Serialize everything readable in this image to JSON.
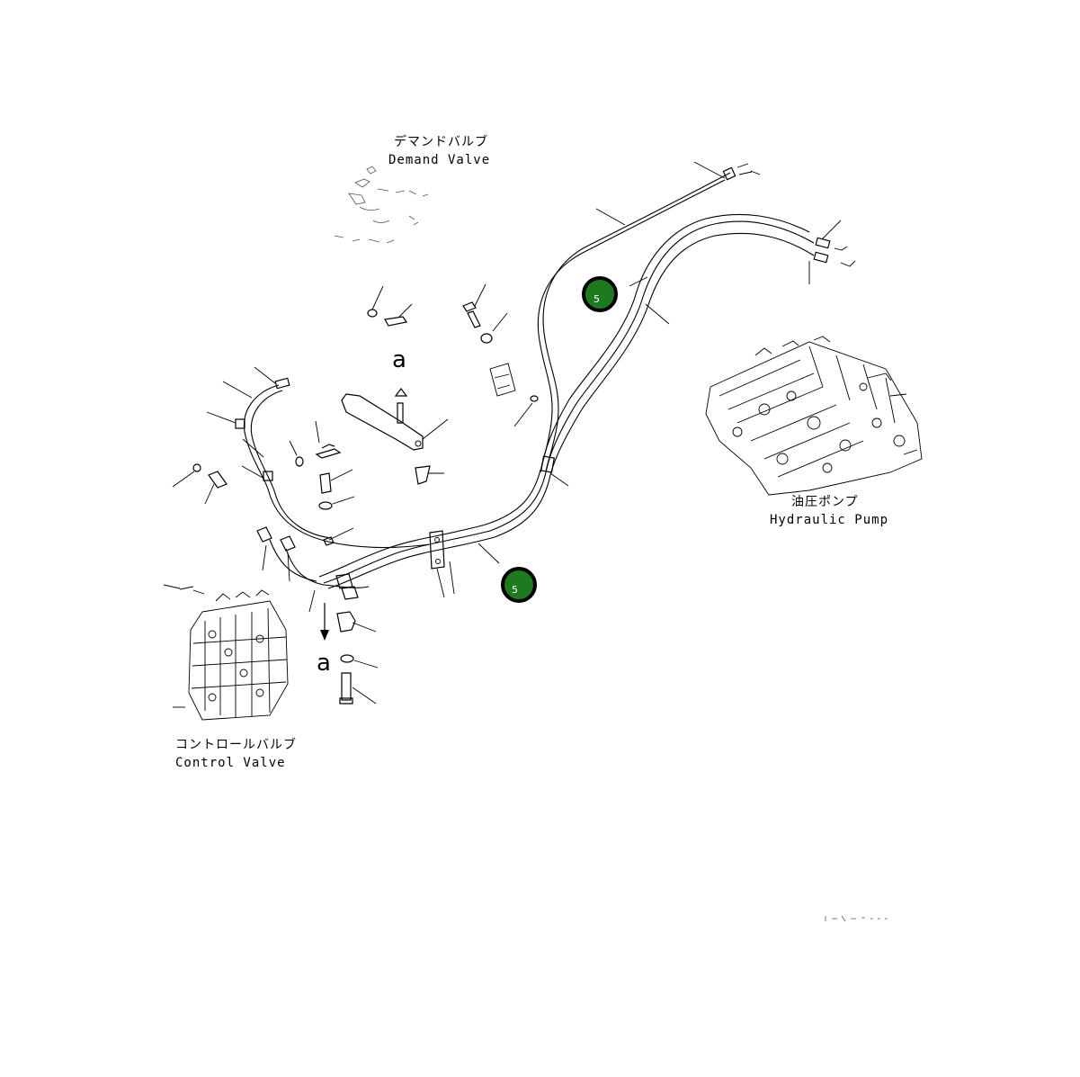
{
  "labels": {
    "demand_valve_jp": "デマンドバルブ",
    "demand_valve_en": "Demand Valve",
    "hydraulic_pump_jp": "油圧ポンプ",
    "hydraulic_pump_en": "Hydraulic Pump",
    "control_valve_jp": "コントロールバルブ",
    "control_valve_en": "Control Valve",
    "view_a_top": "a",
    "view_a_bottom": "a"
  },
  "callouts": [
    {
      "number": "5"
    },
    {
      "number": "5"
    }
  ],
  "colors": {
    "callout_fill": "#1e7a1e",
    "line": "#000000"
  }
}
